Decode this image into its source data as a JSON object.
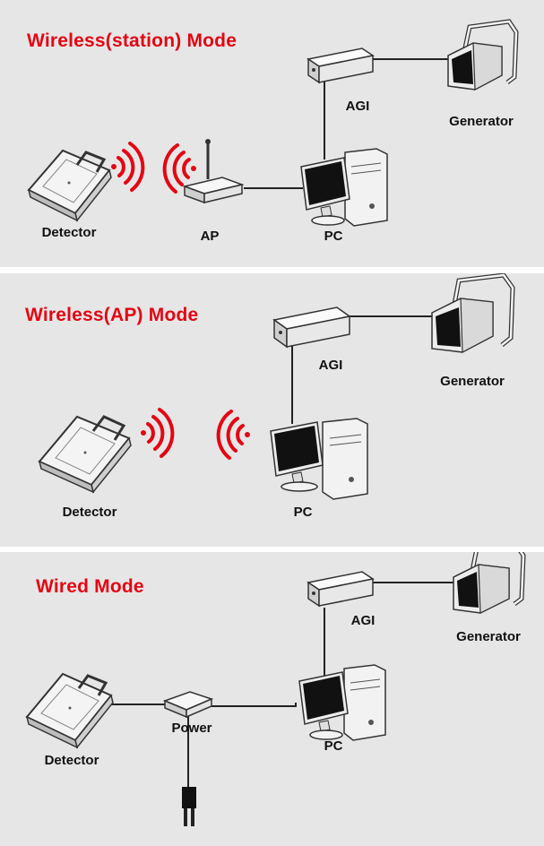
{
  "panels": [
    {
      "title": "Wireless(station) Mode",
      "labels": {
        "agi": "AGI",
        "generator": "Generator",
        "detector": "Detector",
        "ap": "AP",
        "pc": "PC"
      }
    },
    {
      "title": "Wireless(AP) Mode",
      "labels": {
        "agi": "AGI",
        "generator": "Generator",
        "detector": "Detector",
        "pc": "PC"
      }
    },
    {
      "title": "Wired Mode",
      "labels": {
        "agi": "AGI",
        "generator": "Generator",
        "detector": "Detector",
        "power": "Power",
        "pc": "PC"
      }
    }
  ],
  "colors": {
    "title": "#e30613",
    "wifi": "#e30613",
    "panel_bg": "#e6e6e6",
    "line": "#222222"
  }
}
